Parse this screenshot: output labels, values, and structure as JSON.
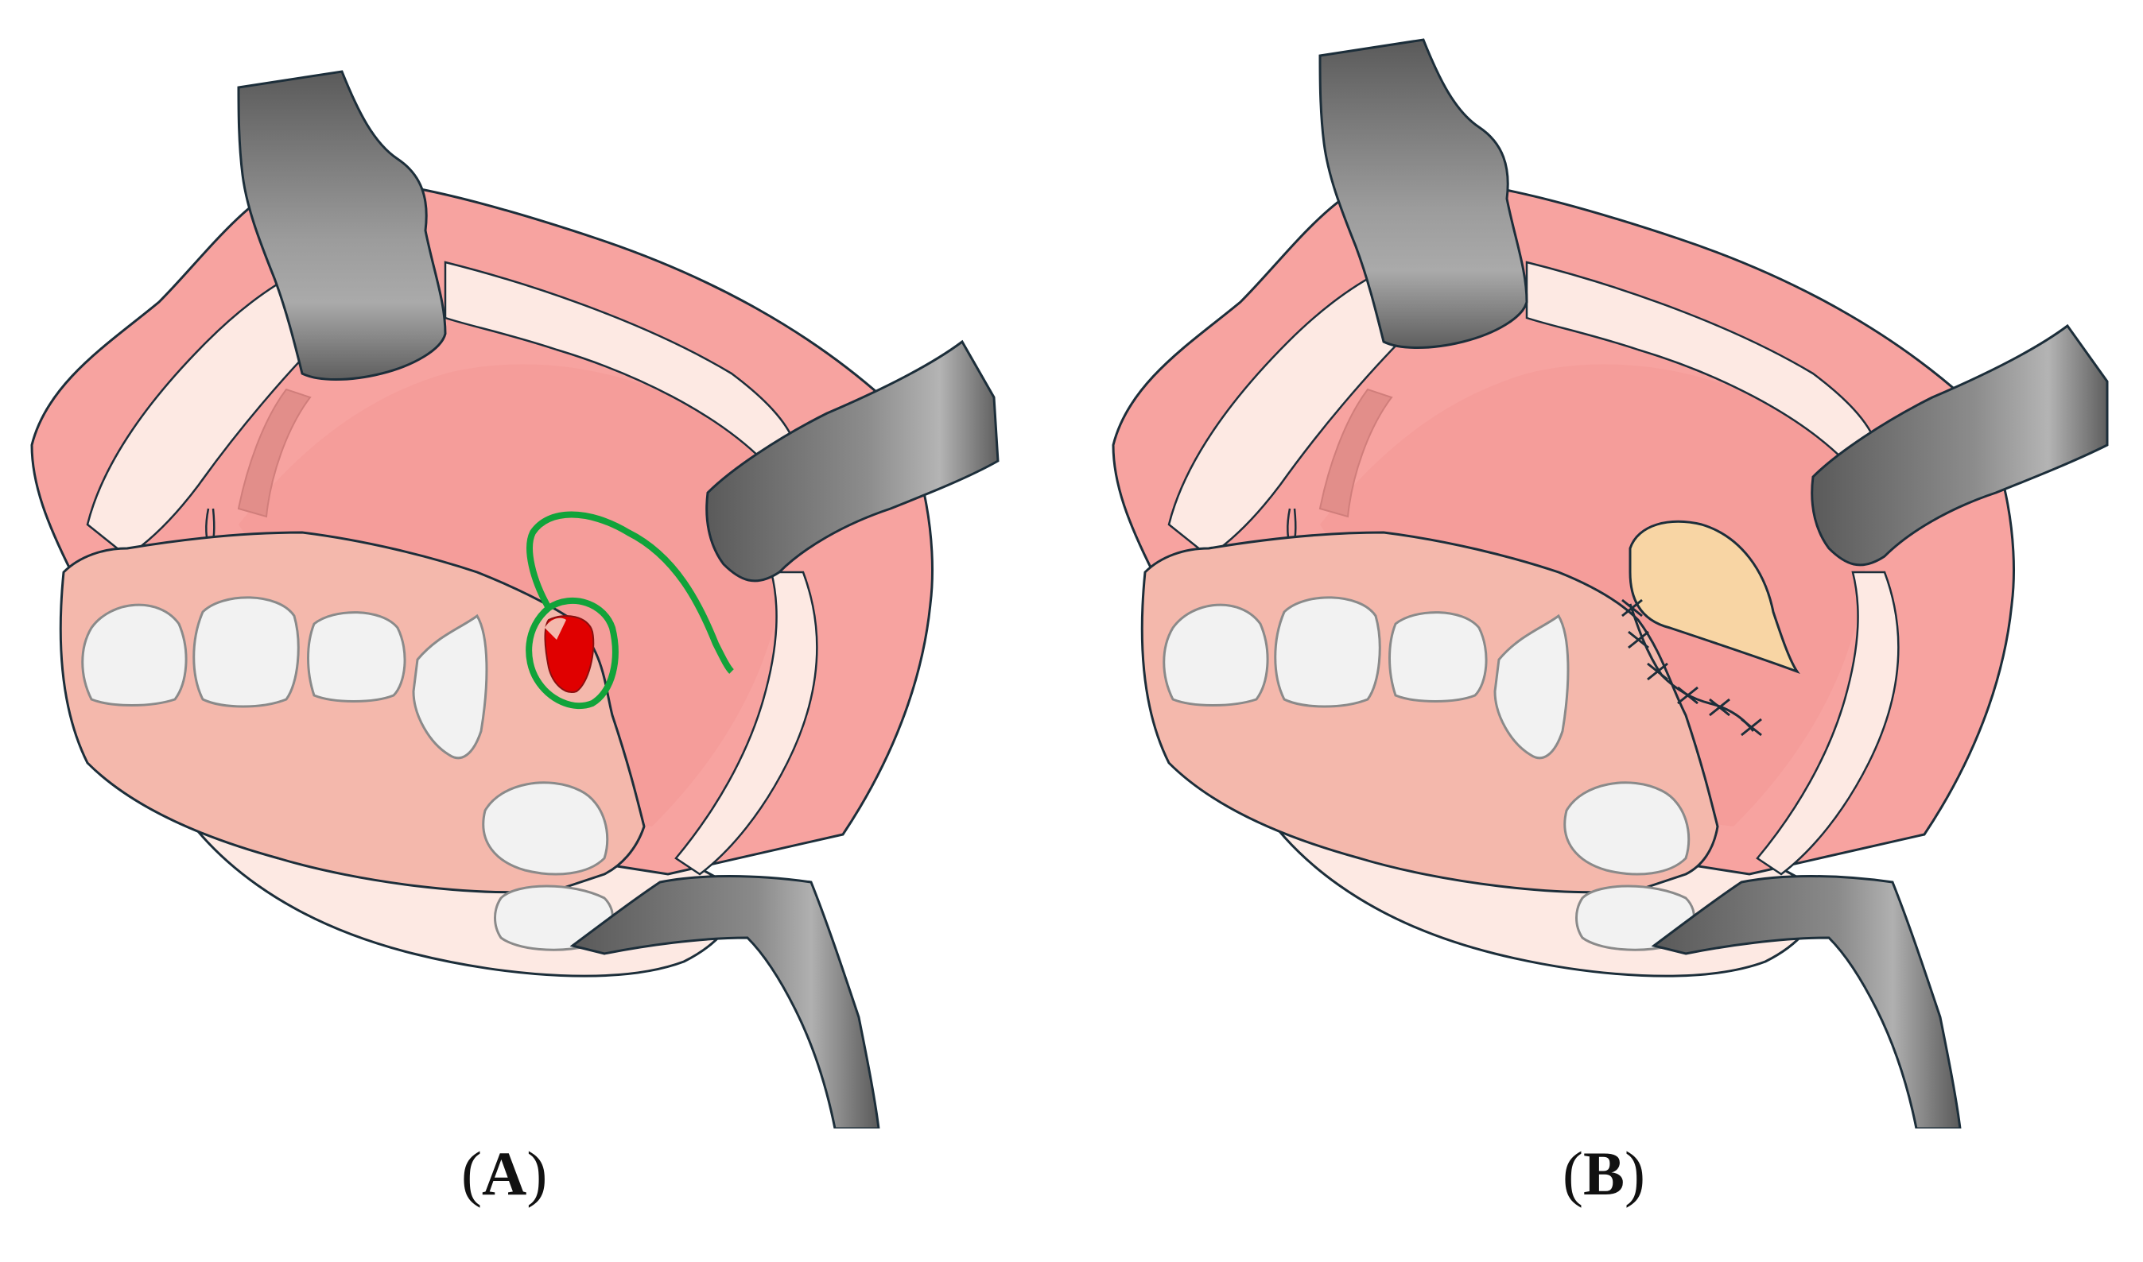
{
  "panels": [
    {
      "id": "A",
      "caption_open": "(",
      "caption_letter": "A",
      "caption_close": ")"
    },
    {
      "id": "B",
      "caption_open": "(",
      "caption_letter": "B",
      "caption_close": ")"
    }
  ],
  "colors": {
    "mucosa": "#f7a3a0",
    "mucosa_dark": "#eb8e8e",
    "gingiva": "#f4b8ac",
    "lip_inner": "#fde9e3",
    "tooth": "#f2f2f2",
    "retractor_dark": "#5a5a5a",
    "retractor_light": "#a9a9a9",
    "outline": "#1c2e3a",
    "lesion": "#e00000",
    "incision": "#11a33a",
    "graft": "#f8d5a4"
  }
}
